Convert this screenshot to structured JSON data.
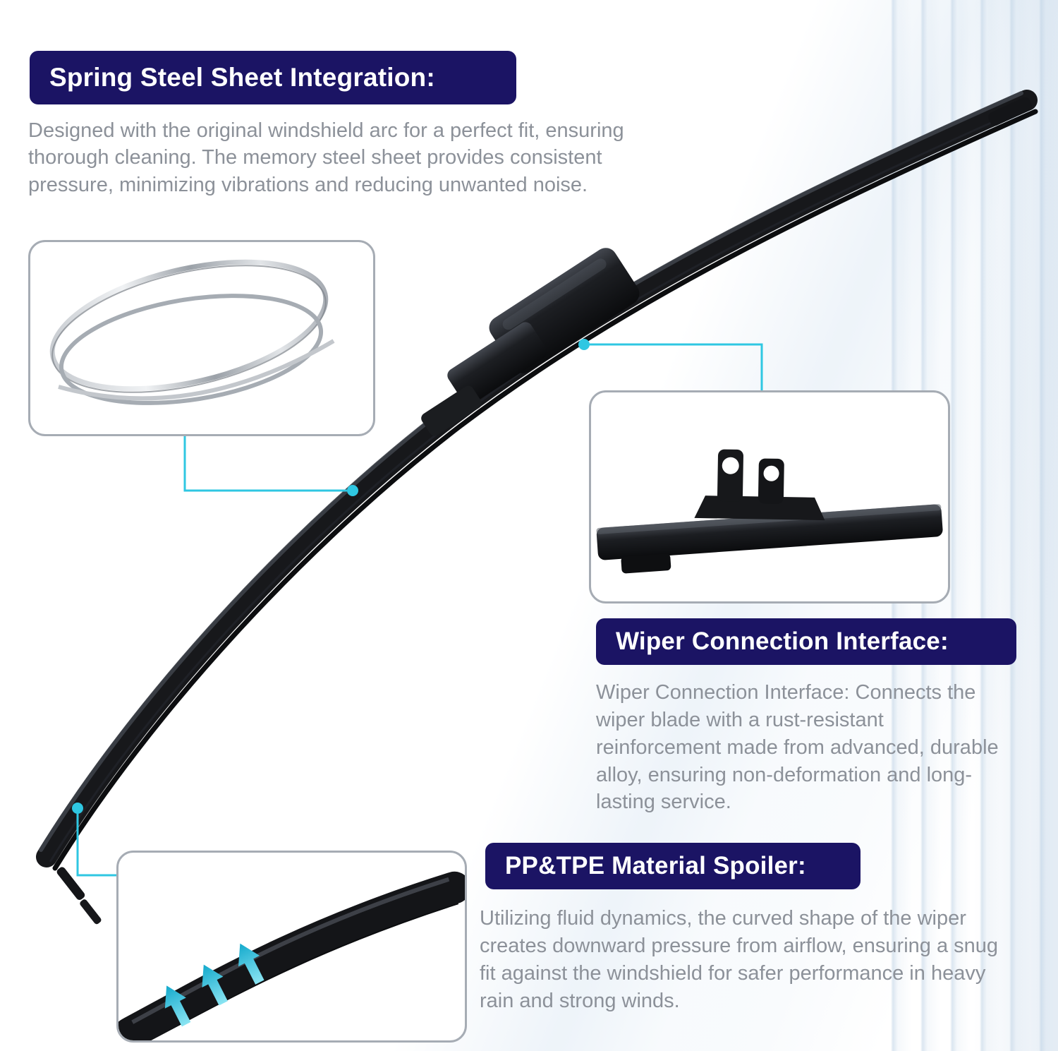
{
  "colors": {
    "header_bg": "#1b1464",
    "header_text": "#ffffff",
    "body_text": "#8c9199",
    "accent_cyan": "#2fc7e2",
    "box_border": "#a6acb4",
    "blade_black": "#17181b"
  },
  "sections": {
    "spring_steel": {
      "title": "Spring Steel Sheet Integration:",
      "body": "Designed with the original windshield arc for a perfect fit, ensuring thorough cleaning. The memory steel sheet provides consistent pressure, minimizing vibrations and reducing unwanted noise."
    },
    "connection": {
      "title": "Wiper Connection Interface:",
      "body": "Wiper Connection Interface: Connects the wiper blade with a rust-resistant reinforcement made from advanced, durable alloy, ensuring non-deformation and long-lasting service."
    },
    "spoiler": {
      "title": "PP&TPE Material Spoiler:",
      "body": "Utilizing fluid dynamics, the curved shape of the wiper creates downward pressure from airflow, ensuring a snug fit against the windshield for safer performance in heavy rain and strong winds."
    }
  },
  "callouts": {
    "spring_steel_image": "spring-steel-sheet-closeup",
    "connector_image": "wiper-connector-closeup",
    "spoiler_image": "spoiler-airflow-closeup"
  }
}
